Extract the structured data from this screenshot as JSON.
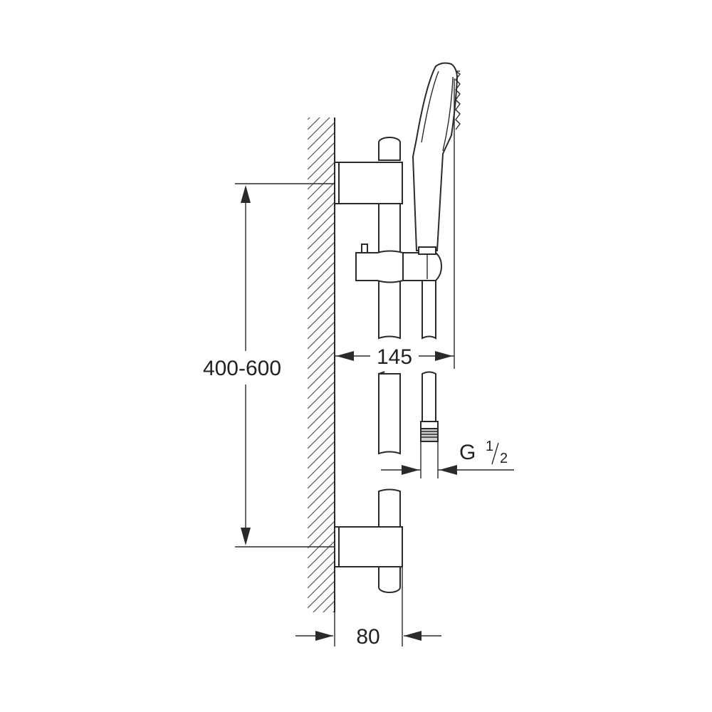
{
  "dimensions": {
    "bracket_spacing": "400-600",
    "shower_projection": "145",
    "wall_projection": "80",
    "connection_thread": "G",
    "thread_numerator": "1",
    "thread_denominator": "2"
  }
}
